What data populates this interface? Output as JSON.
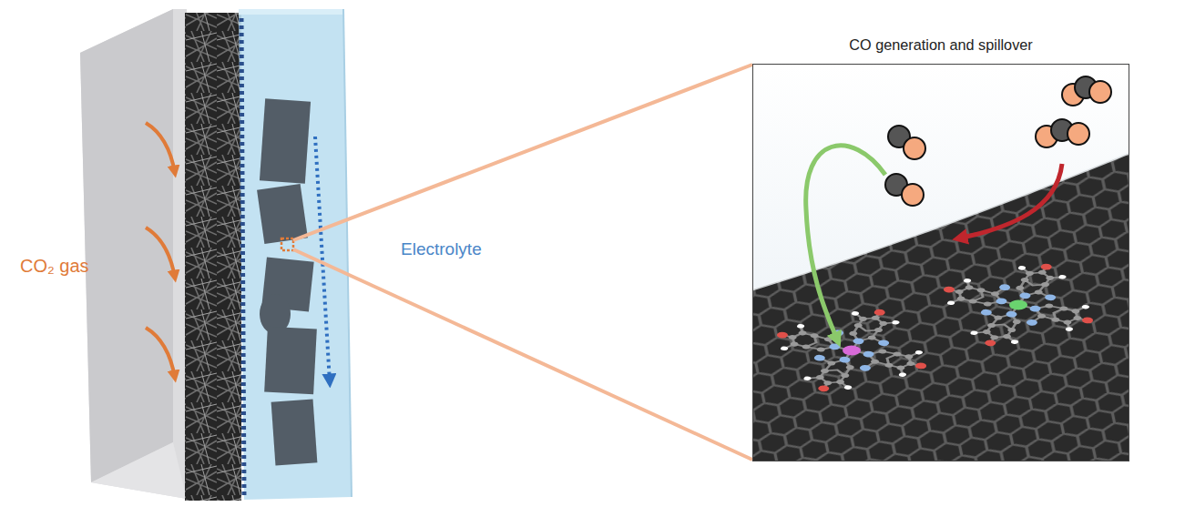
{
  "diagram": {
    "nodes": [
      {
        "text": [
          "CO generation and spillover"
        ]
      }
    ],
    "labels": [
      "CO₂ gas",
      "Electrolyte"
    ]
  }
}
